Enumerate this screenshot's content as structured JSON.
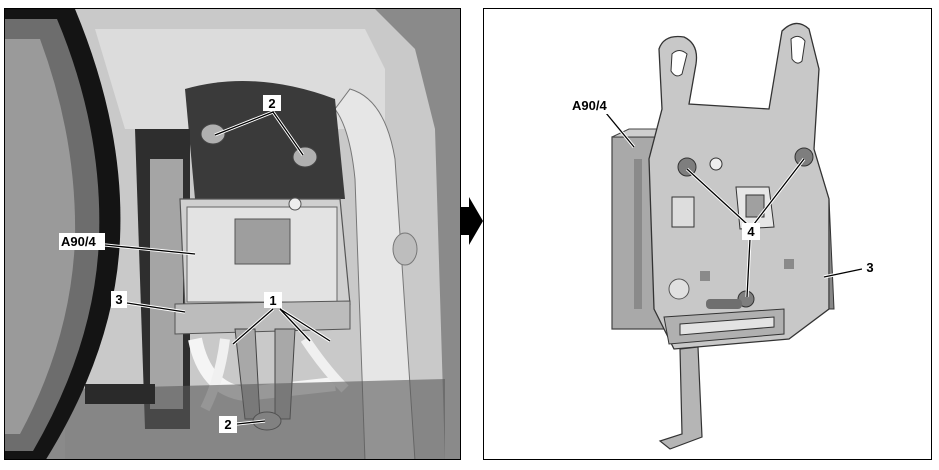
{
  "left_panel": {
    "labels": {
      "screws_top": "2",
      "unit": "A90/4",
      "bracket": "3",
      "connectors": "1",
      "screw_bottom": "2"
    }
  },
  "right_panel": {
    "labels": {
      "unit": "A90/4",
      "screws": "4",
      "bracket": "3"
    }
  },
  "arrow": {
    "icon": "arrow-right-icon",
    "color": "#000000"
  }
}
